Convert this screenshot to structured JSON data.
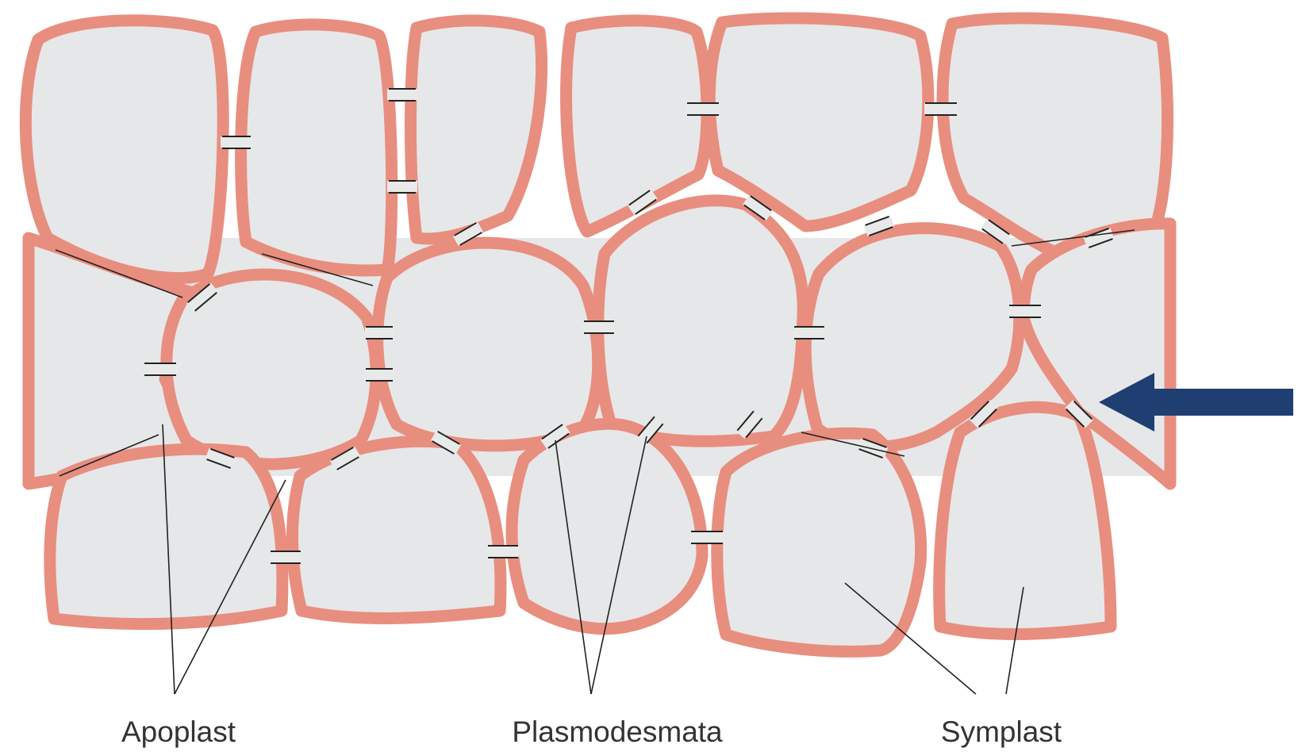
{
  "labels": {
    "apoplast": "Apoplast",
    "plasmodesmata": "Plasmodesmata",
    "symplast": "Symplast"
  },
  "colors": {
    "cell_wall": "#e88e7f",
    "cytoplasm": "#e6e7e8",
    "arrow": "#1f3f73"
  },
  "annotation": {
    "arrow_icon": "left-arrow-icon",
    "points_to": "plasmodesma"
  }
}
